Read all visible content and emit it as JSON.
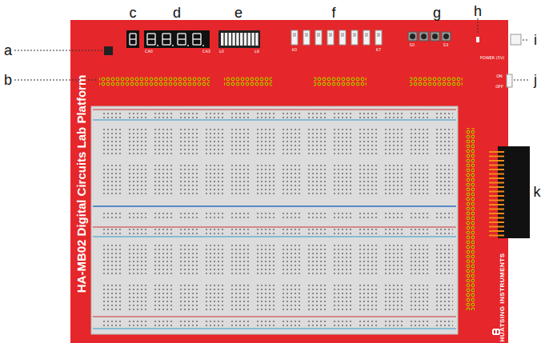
{
  "diagram": {
    "labels": [
      "a",
      "b",
      "c",
      "d",
      "e",
      "f",
      "g",
      "h",
      "i",
      "j",
      "k",
      "HA-MB02 Digital Circuits Lab Platform",
      "HUATSING INSTRUMENTS",
      "CA0",
      "CA3",
      "L0",
      "L9",
      "K0",
      "K7",
      "S0",
      "S3",
      "POWER (5V)",
      "ON",
      "OFF"
    ]
  }
}
